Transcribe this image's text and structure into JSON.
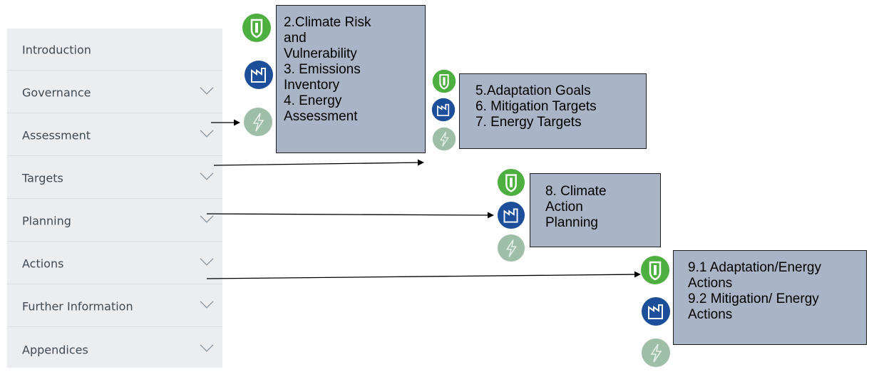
{
  "menu": {
    "items": [
      {
        "label": "Introduction",
        "chevron": false
      },
      {
        "label": "Governance",
        "chevron": true
      },
      {
        "label": "Assessment",
        "chevron": true
      },
      {
        "label": "Targets",
        "chevron": true
      },
      {
        "label": "Planning",
        "chevron": true
      },
      {
        "label": "Actions",
        "chevron": true
      },
      {
        "label": "Further Information",
        "chevron": true
      },
      {
        "label": "Appendices",
        "chevron": true
      }
    ]
  },
  "callouts": [
    {
      "lines": [
        "2.Climate Risk",
        "and",
        "Vulnerability",
        "3. Emissions",
        "Inventory",
        "4. Energy",
        "Assessment"
      ]
    },
    {
      "lines": [
        "5.Adaptation Goals",
        "6. Mitigation Targets",
        "7. Energy Targets"
      ]
    },
    {
      "lines": [
        "8. Climate",
        "Action",
        "Planning"
      ]
    },
    {
      "lines": [
        "9.1 Adaptation/Energy",
        "Actions",
        "9.2 Mitigation/ Energy",
        "Actions"
      ]
    }
  ],
  "icons": {
    "adaptation": {
      "name": "shield-icon",
      "color": "#4caf3f"
    },
    "mitigation": {
      "name": "factory-icon",
      "color": "#1d4e9a"
    },
    "energy": {
      "name": "lightning-icon",
      "color": "#9fbea8"
    }
  },
  "colors": {
    "callout_fill": "#a9b4c6",
    "sidebar_bg": "#ebedf0",
    "menu_text": "#404a54"
  }
}
